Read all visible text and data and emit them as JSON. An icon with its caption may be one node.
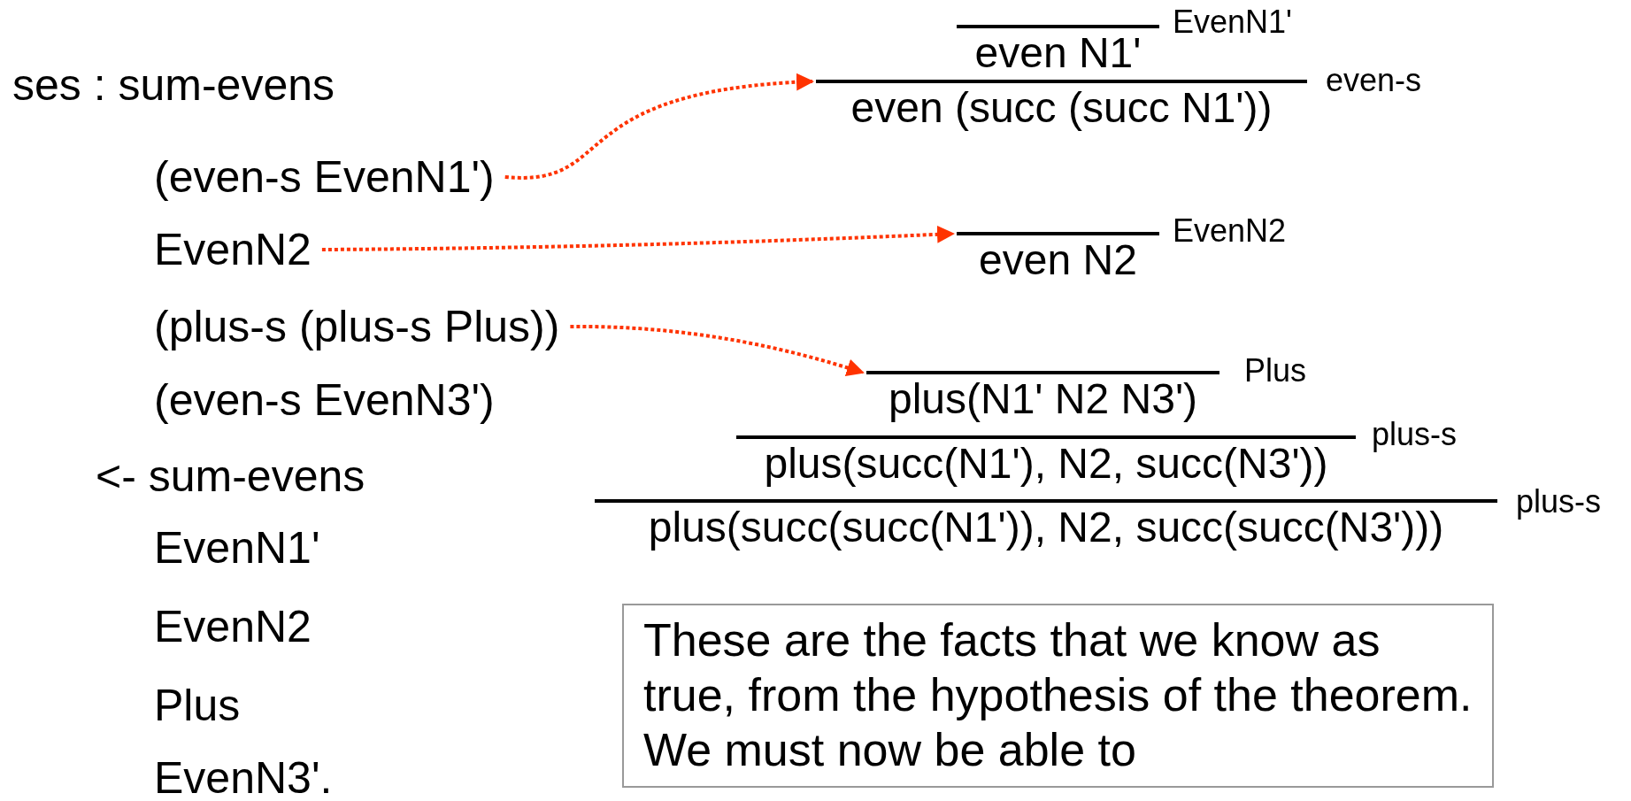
{
  "diagram": {
    "nodes": [
      {
        "text": [
          "(even-s EvenN1')"
        ]
      },
      {
        "text": [
          "EvenN2"
        ]
      },
      {
        "text": [
          "(plus-s (plus-s Plus))"
        ]
      },
      {
        "text": [
          "even N1'"
        ],
        "beside": [
          "EvenN1'"
        ]
      },
      {
        "text": [
          "even (succ (succ N1'))"
        ],
        "beside": [
          "even-s"
        ]
      },
      {
        "text": [
          "even N2"
        ],
        "beside": [
          "EvenN2"
        ]
      },
      {
        "text": [
          "plus(N1' N2 N3')"
        ],
        "beside": [
          "Plus"
        ]
      },
      {
        "text": [
          "plus(succ(N1'), N2, succ(N3'))"
        ],
        "beside": [
          "plus-s"
        ]
      },
      {
        "text": [
          "plus(succ(succ(N1')), N2, succ(succ(N3')))"
        ],
        "beside": [
          "plus-s"
        ]
      },
      {
        "text": [
          "These are the facts that we know as true, from the hypothesis of the theorem. We must now be able to"
        ]
      }
    ],
    "edges": [
      {
        "from": 0,
        "to": 4,
        "arrow": "to",
        "style": "dashed",
        "color": "#ff3300"
      },
      {
        "from": 1,
        "to": 5,
        "arrow": "to",
        "style": "dashed",
        "color": "#ff3300"
      },
      {
        "from": 2,
        "to": 6,
        "arrow": "to",
        "style": "dashed",
        "color": "#ff3300"
      }
    ],
    "labels": [
      "ses : sum-evens",
      "(even-s EvenN3')",
      "<- sum-evens",
      "EvenN1'",
      "EvenN2",
      "Plus",
      "EvenN3'."
    ]
  }
}
